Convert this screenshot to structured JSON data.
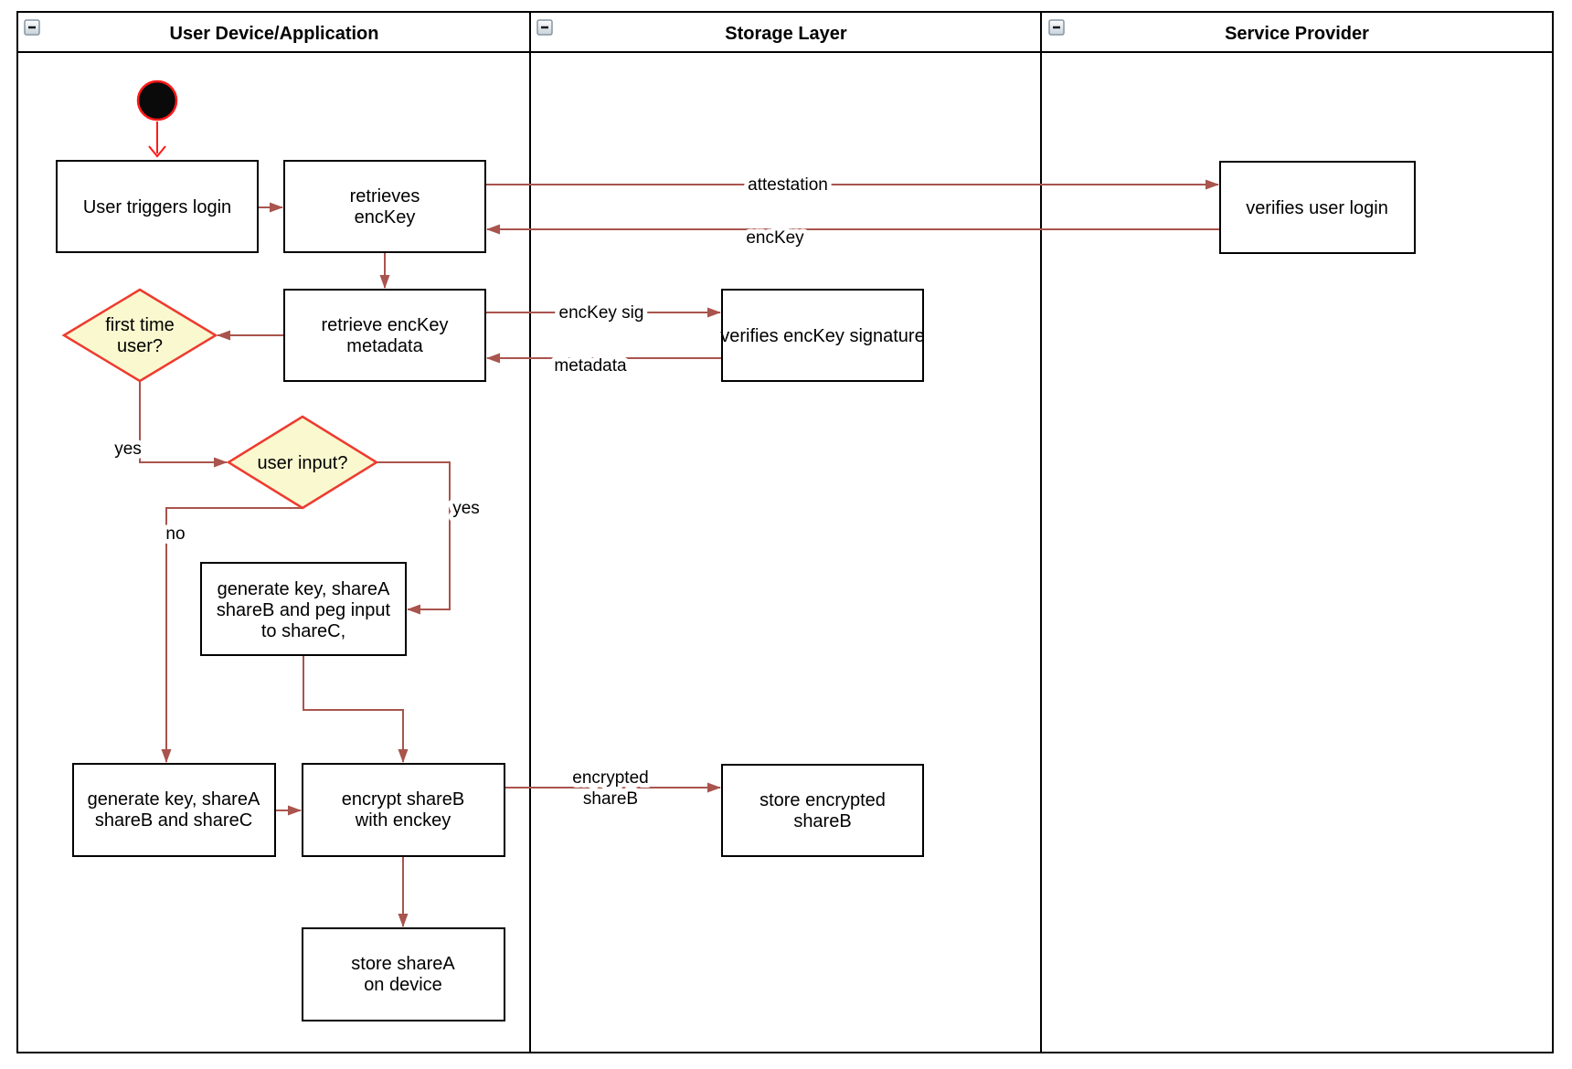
{
  "pool": {
    "lanes": [
      {
        "title": "User Device/Application"
      },
      {
        "title": "Storage Layer"
      },
      {
        "title": "Service Provider"
      }
    ]
  },
  "nodes": {
    "user_triggers_login": {
      "lines": [
        "User triggers login"
      ]
    },
    "retrieves_enckey": {
      "lines": [
        "retrieves",
        "encKey"
      ]
    },
    "verifies_user_login": {
      "lines": [
        "verifies user login"
      ]
    },
    "retrieve_enckey_metadata": {
      "lines": [
        "retrieve encKey",
        "metadata"
      ]
    },
    "verifies_enckey_signature": {
      "lines": [
        "verifies encKey signature"
      ]
    },
    "first_time_user": {
      "lines": [
        "first time",
        "user?"
      ]
    },
    "user_input": {
      "lines": [
        "user input?"
      ]
    },
    "generate_key_peg_input": {
      "lines": [
        "generate key, shareA",
        "shareB and peg input",
        "to shareC,"
      ]
    },
    "generate_key_sharec": {
      "lines": [
        "generate key, shareA",
        "shareB and shareC"
      ]
    },
    "encrypt_shareb": {
      "lines": [
        "encrypt shareB",
        "with enckey"
      ]
    },
    "store_encrypted_shareb": {
      "lines": [
        "store encrypted",
        "shareB"
      ]
    },
    "store_sharea": {
      "lines": [
        "store shareA",
        "on device"
      ]
    }
  },
  "edge_labels": {
    "attestation": "attestation",
    "enckey": "encKey",
    "enckey_sig": "encKey sig",
    "metadata": "metadata",
    "encrypted_shareb": {
      "lines": [
        "encrypted",
        "shareB"
      ]
    },
    "first_time_user_yes": "yes",
    "user_input_yes": "yes",
    "user_input_no": "no"
  },
  "colors": {
    "flow_arrow": "#A9544D",
    "start_arrow": "#FF1A1A",
    "decision_fill": "#FAF8CF",
    "decision_stroke": "#EE3B2F",
    "node_fill": "#FFFFFF",
    "node_stroke": "#000000",
    "lane_border": "#000000"
  }
}
